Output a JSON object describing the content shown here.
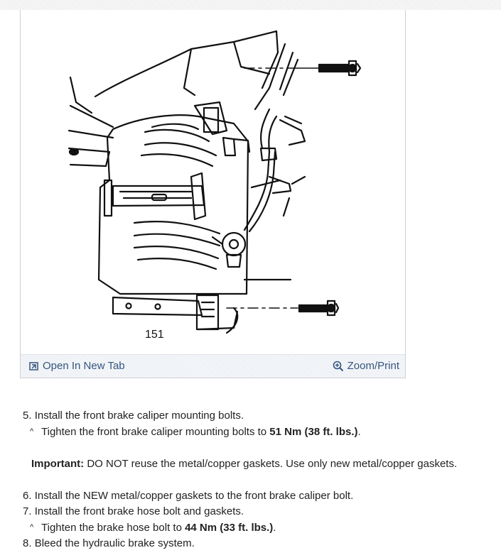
{
  "figure": {
    "label": "151",
    "open_new_tab_label": "Open In New Tab",
    "zoom_print_label": "Zoom/Print",
    "link_color": "#35557f"
  },
  "steps": {
    "s5": {
      "number": "5.",
      "text": "Install the front brake caliper mounting bolts.",
      "sub_prefix": "Tighten the front brake caliper mounting bolts to ",
      "sub_value": "51 Nm (38 ft. lbs.)",
      "sub_suffix": "."
    },
    "important": {
      "label": "Important:",
      "text": " DO NOT reuse the metal/copper gaskets. Use only new metal/copper gaskets."
    },
    "s6": {
      "number": "6.",
      "text": "Install the NEW metal/copper gaskets to the front brake caliper bolt."
    },
    "s7": {
      "number": "7.",
      "text": "Install the front brake hose bolt and gaskets.",
      "sub_prefix": "Tighten the brake hose bolt to ",
      "sub_value": "44 Nm (33 ft. lbs.)",
      "sub_suffix": "."
    },
    "s8": {
      "number": "8.",
      "text": "Bleed the hydraulic brake system."
    },
    "caret_symbol": "^"
  }
}
